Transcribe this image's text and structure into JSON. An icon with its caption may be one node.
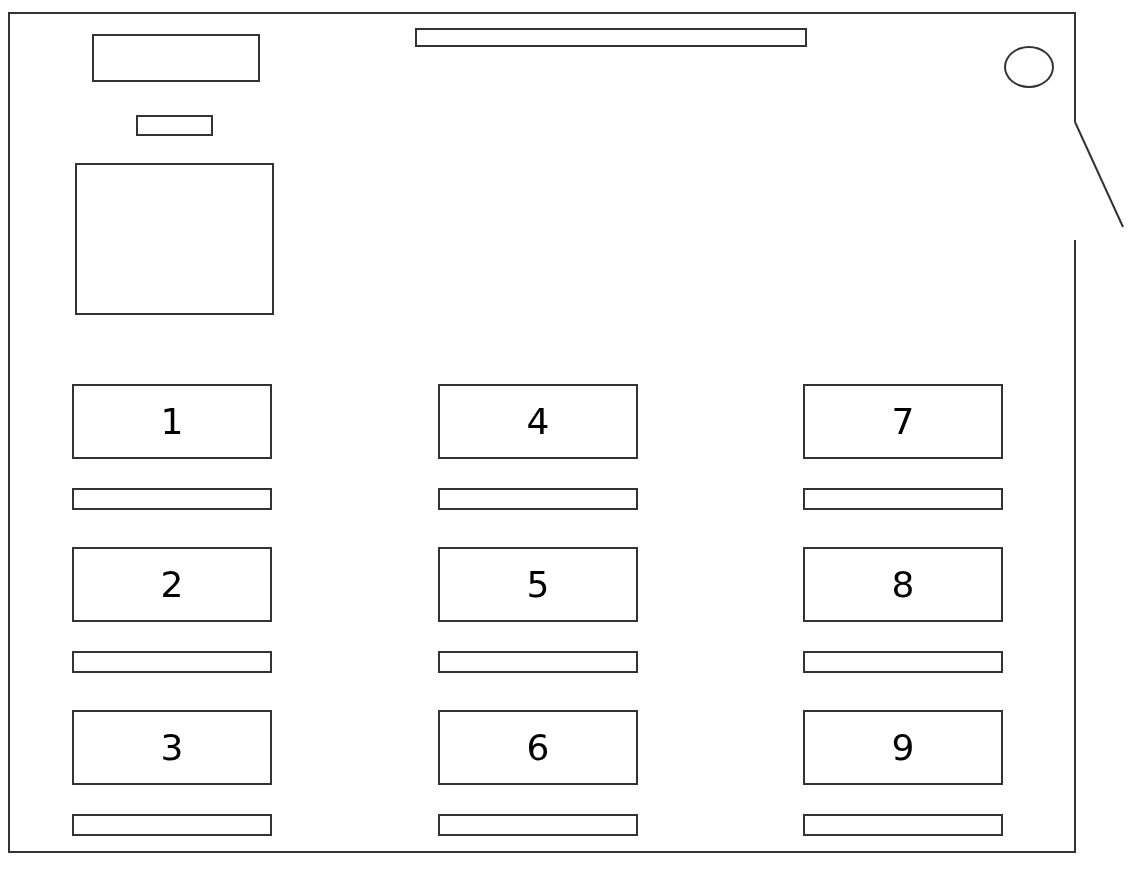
{
  "diagram": {
    "nodes": [
      {
        "text": [],
        "shape": "box"
      },
      {
        "text": [],
        "shape": "box",
        "in": 0
      },
      {
        "text": [],
        "shape": "box",
        "in": 0
      },
      {
        "text": [],
        "shape": "circle",
        "in": 0
      },
      {
        "text": [],
        "shape": "box",
        "in": 0
      },
      {
        "text": [],
        "shape": "box",
        "in": 0
      },
      {
        "text": [
          "1"
        ],
        "in": 0
      },
      {
        "text": [
          "4"
        ],
        "in": 0
      },
      {
        "text": [
          "7"
        ],
        "in": 0
      },
      {
        "text": [],
        "shape": "box",
        "in": 0
      },
      {
        "text": [],
        "shape": "box",
        "in": 0
      },
      {
        "text": [],
        "shape": "box",
        "in": 0
      },
      {
        "text": [
          "2"
        ],
        "in": 0
      },
      {
        "text": [
          "5"
        ],
        "in": 0
      },
      {
        "text": [
          "8"
        ],
        "in": 0
      },
      {
        "text": [],
        "shape": "box",
        "in": 0
      },
      {
        "text": [],
        "shape": "box",
        "in": 0
      },
      {
        "text": [],
        "shape": "box",
        "in": 0
      },
      {
        "text": [
          "3"
        ],
        "in": 0
      },
      {
        "text": [
          "6"
        ],
        "in": 0
      },
      {
        "text": [
          "9"
        ],
        "in": 0
      },
      {
        "text": [],
        "shape": "box",
        "in": 0
      },
      {
        "text": [],
        "shape": "box",
        "in": 0
      },
      {
        "text": [],
        "shape": "box",
        "in": 0
      }
    ]
  }
}
